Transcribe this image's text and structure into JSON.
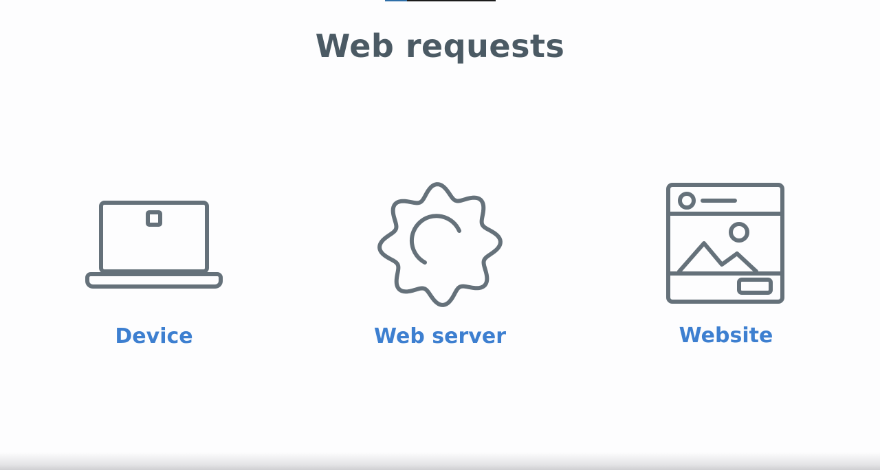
{
  "title": "Web requests",
  "progress": 0.2,
  "nodes": [
    {
      "label": "Device",
      "icon": "laptop-icon"
    },
    {
      "label": "Web server",
      "icon": "gear-icon"
    },
    {
      "label": "Website",
      "icon": "browser-window-icon"
    }
  ],
  "colors": {
    "title": "#4b5a64",
    "label": "#3d7fd0",
    "icon_stroke": "#65717a",
    "background": "#fdfdfe"
  }
}
